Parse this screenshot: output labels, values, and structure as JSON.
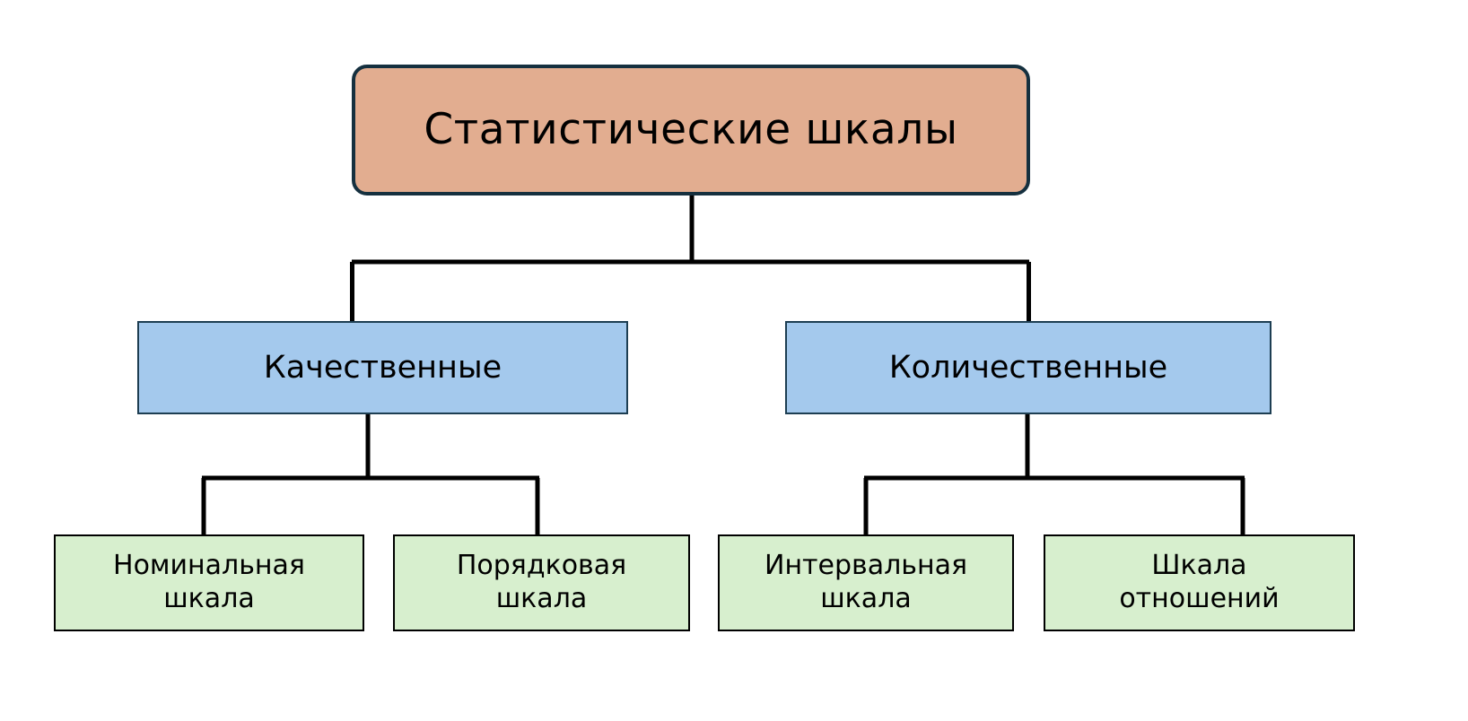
{
  "diagram": {
    "title": "Статистические шкалы",
    "background_color": "#ffffff",
    "connector_color": "#000000",
    "root": {
      "label": "Статистические шкалы",
      "fill_color": "#e2ad90",
      "border_color": "#15303f"
    },
    "level2": [
      {
        "id": "qualitative",
        "label": "Качественные",
        "fill_color": "#a4c9ed",
        "border_color": "#1d3e52"
      },
      {
        "id": "quantitative",
        "label": "Количественные",
        "fill_color": "#a4c9ed",
        "border_color": "#1d3e52"
      }
    ],
    "leaves": [
      {
        "id": "nominal",
        "parent": "qualitative",
        "label": "Номинальная\nшкала",
        "fill_color": "#d7efce",
        "border_color": "#000000"
      },
      {
        "id": "ordinal",
        "parent": "qualitative",
        "label": "Порядковая\nшкала",
        "fill_color": "#d7efce",
        "border_color": "#000000"
      },
      {
        "id": "interval",
        "parent": "quantitative",
        "label": "Интервальная\nшкала",
        "fill_color": "#d7efce",
        "border_color": "#000000"
      },
      {
        "id": "ratio",
        "parent": "quantitative",
        "label": "Шкала\nотношений",
        "fill_color": "#d7efce",
        "border_color": "#000000"
      }
    ]
  }
}
